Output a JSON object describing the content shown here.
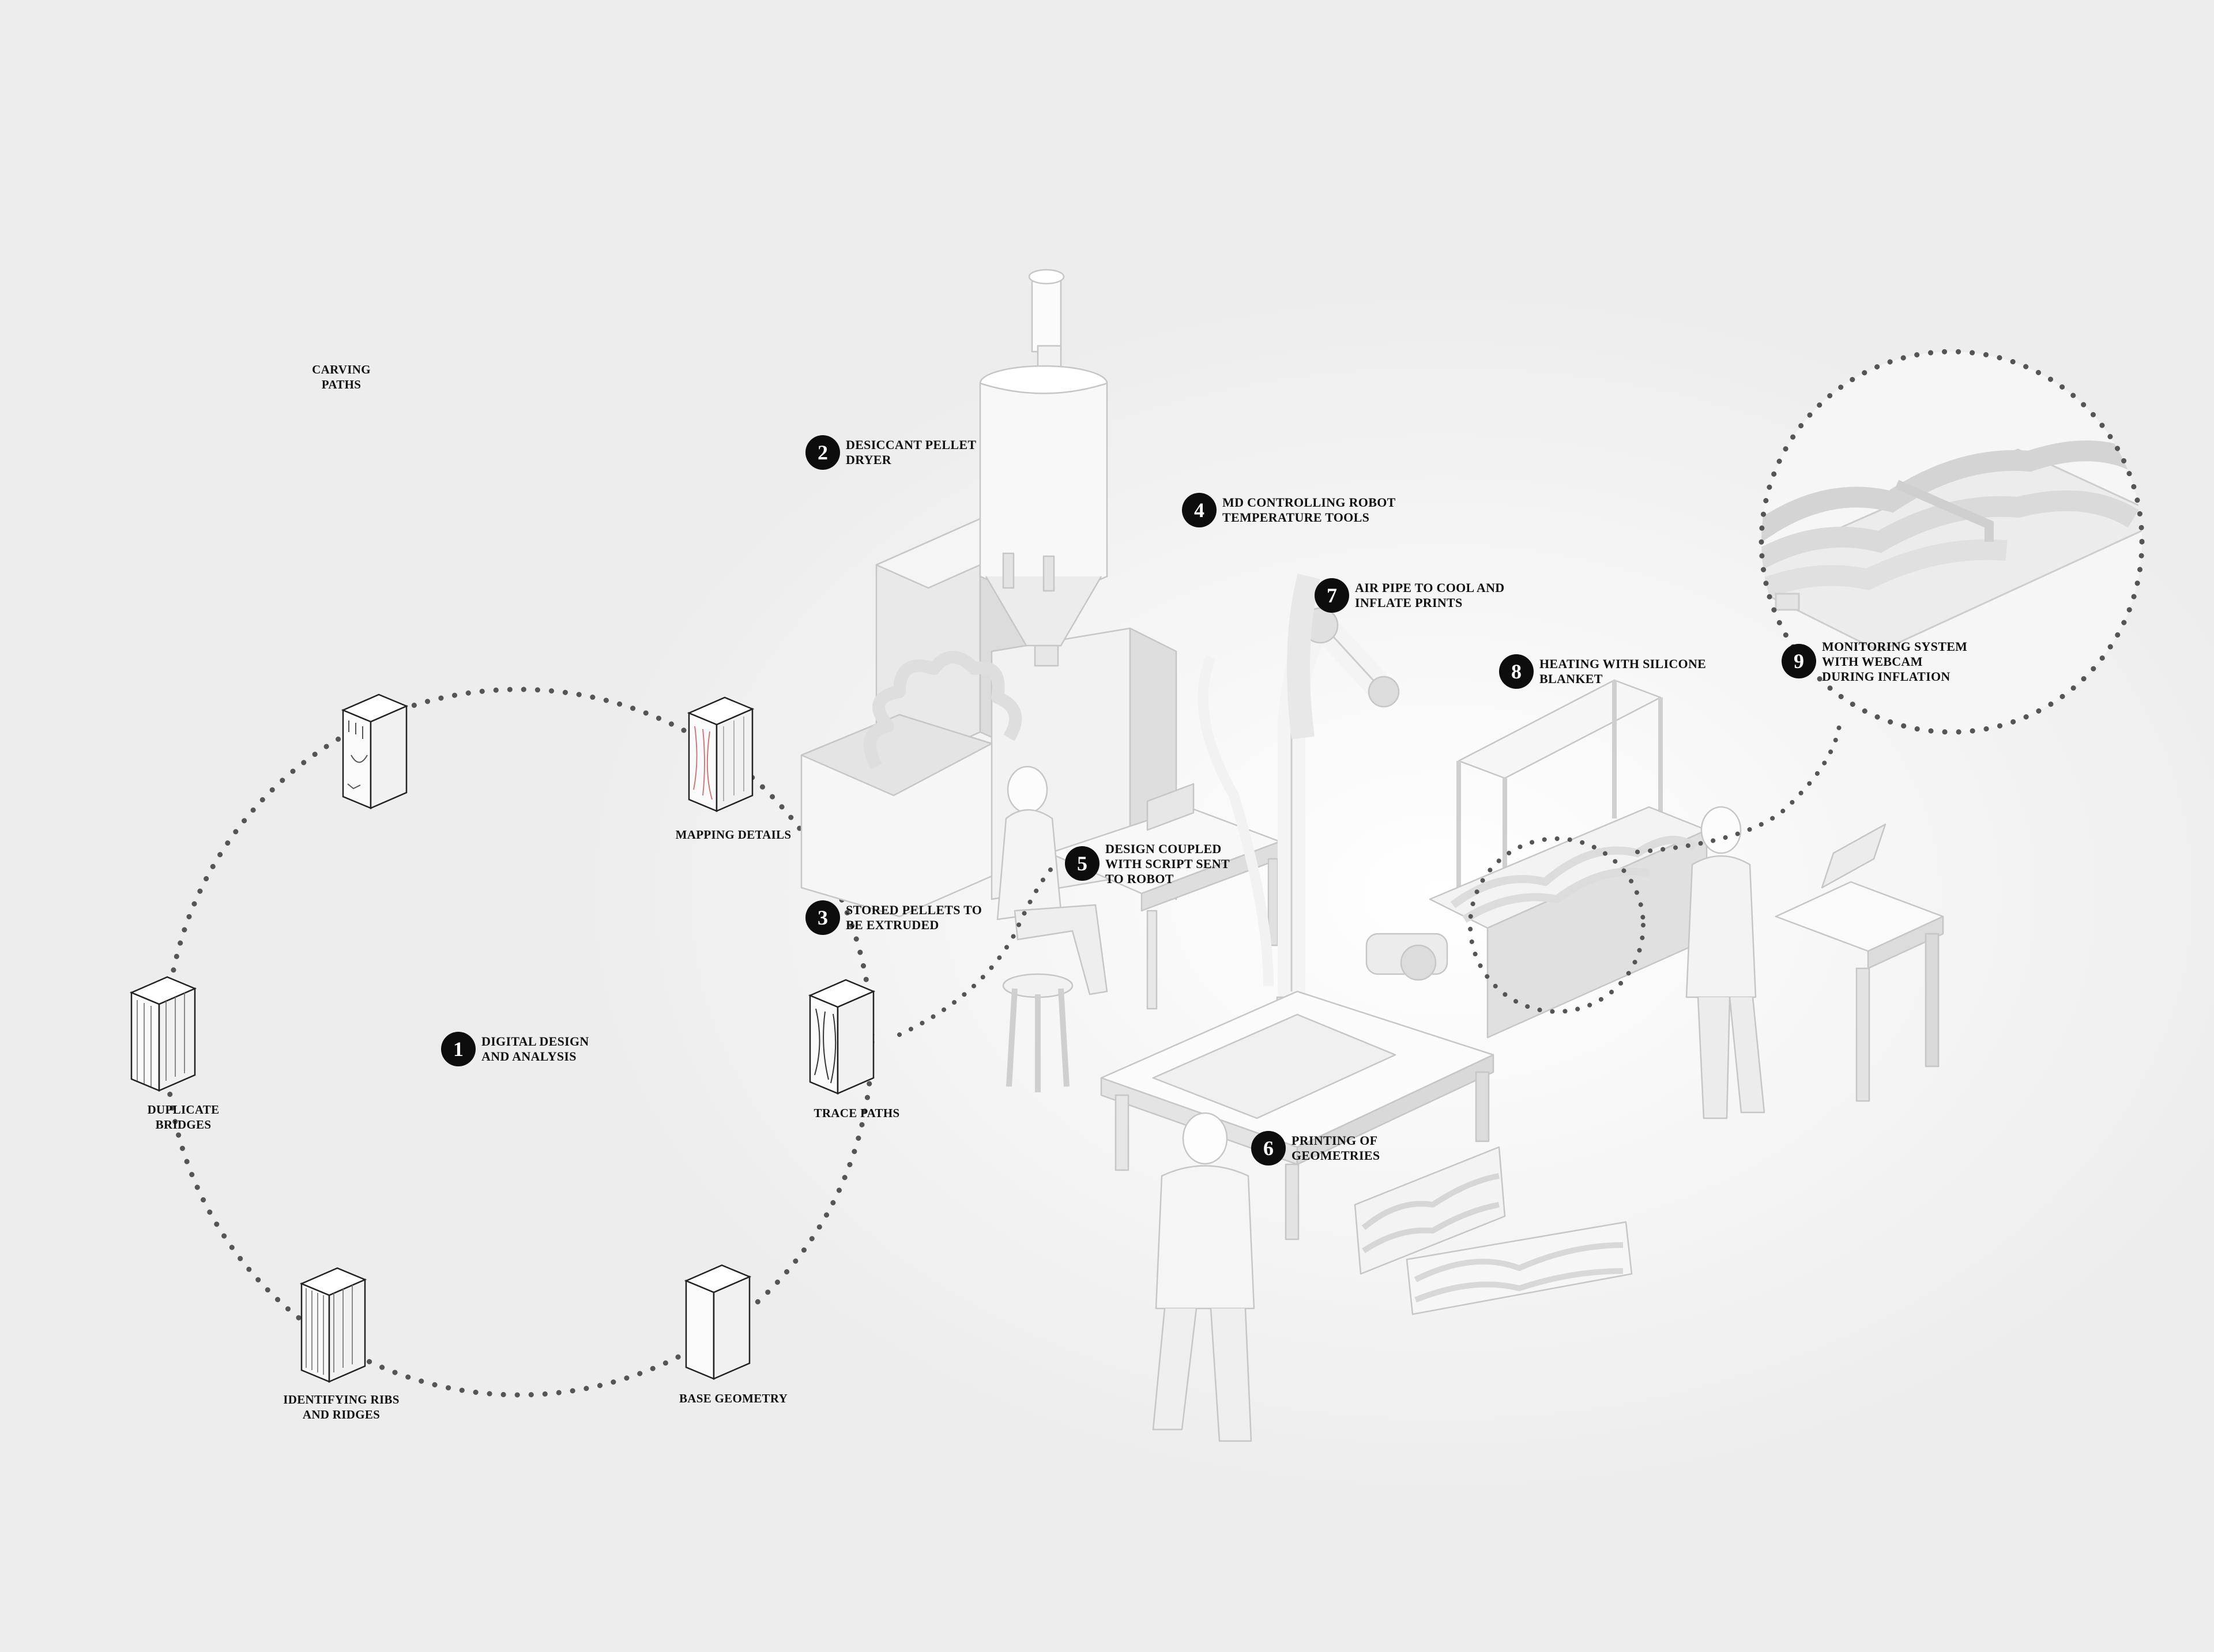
{
  "colors": {
    "background": "#ededed",
    "ink": "#111111",
    "marker": "#0d0d0d",
    "machine": "#f7f7f7",
    "shadow": "#d6d6d6",
    "accent_red": "#d98a8a"
  },
  "cycle_steps": [
    {
      "id": "carving",
      "lines": [
        "CARVING",
        "PATHS"
      ]
    },
    {
      "id": "mapping",
      "lines": [
        "MAPPING DETAILS"
      ]
    },
    {
      "id": "trace",
      "lines": [
        "TRACE PATHS"
      ]
    },
    {
      "id": "base",
      "lines": [
        "BASE GEOMETRY"
      ]
    },
    {
      "id": "identifying",
      "lines": [
        "IDENTIFYING RIBS",
        "AND RIDGES"
      ]
    },
    {
      "id": "duplicate",
      "lines": [
        "DUPLICATE",
        "BRIDGES"
      ]
    }
  ],
  "callouts": [
    {
      "num": "1",
      "lines": [
        "DIGITAL DESIGN",
        "AND ANALYSIS"
      ]
    },
    {
      "num": "2",
      "lines": [
        "DESICCANT PELLET",
        "DRYER"
      ]
    },
    {
      "num": "3",
      "lines": [
        "STORED PELLETS TO",
        "BE EXTRUDED"
      ]
    },
    {
      "num": "4",
      "lines": [
        "MD CONTROLLING ROBOT",
        "TEMPERATURE TOOLS"
      ]
    },
    {
      "num": "5",
      "lines": [
        "DESIGN COUPLED",
        "WITH SCRIPT SENT",
        "TO ROBOT"
      ]
    },
    {
      "num": "6",
      "lines": [
        "PRINTING OF",
        "GEOMETRIES"
      ]
    },
    {
      "num": "7",
      "lines": [
        "AIR PIPE TO COOL AND",
        "INFLATE PRINTS"
      ]
    },
    {
      "num": "8",
      "lines": [
        "HEATING WITH SILICONE",
        "BLANKET"
      ]
    },
    {
      "num": "9",
      "lines": [
        "MONITORING SYSTEM",
        "WITH WEBCAM",
        "DURING INFLATION"
      ]
    }
  ]
}
